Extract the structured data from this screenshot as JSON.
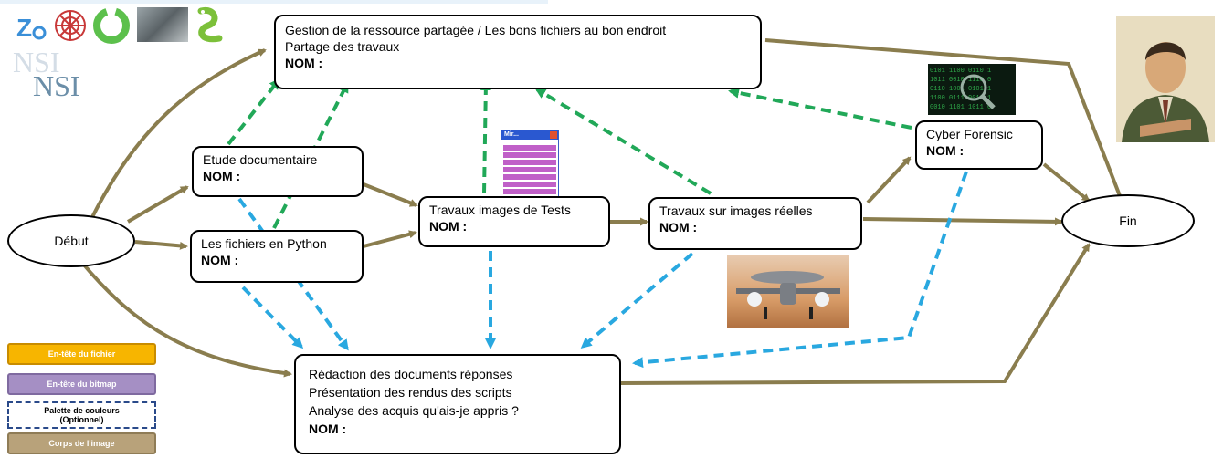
{
  "nodes": {
    "debut": "Début",
    "fin": "Fin",
    "gestion": {
      "line1": "Gestion de la ressource partagée / Les bons fichiers au bon endroit",
      "line2": "Partage des travaux",
      "nom": "NOM :"
    },
    "etude": {
      "line1": "Etude documentaire",
      "nom": "NOM :"
    },
    "python": {
      "line1": "Les fichiers en Python",
      "nom": "NOM :"
    },
    "tests": {
      "line1": "Travaux images de Tests",
      "nom": "NOM :"
    },
    "reelles": {
      "line1": "Travaux sur images réelles",
      "nom": "NOM :"
    },
    "cyber": {
      "line1": "Cyber Forensic",
      "nom": "NOM :"
    },
    "redaction": {
      "line1": "Rédaction des documents réponses",
      "line2": "Présentation des rendus des scripts",
      "line3": "Analyse des acquis qu'ais-je appris ?",
      "nom": "NOM :"
    }
  },
  "legend": [
    {
      "label": "En-tête du fichier",
      "color": "#f7b500"
    },
    {
      "label": "En-tête du bitmap",
      "color": "#a58fc4"
    },
    {
      "label": "Palette de couleurs (Optionnel)",
      "color": "#ffffff"
    },
    {
      "label": "Corps de l'image",
      "color": "#b8a27a"
    }
  ],
  "logo": {
    "nsi_top": "NSI",
    "nsi_bottom": "NSI"
  },
  "mini_window": {
    "title": "Mir..."
  },
  "colors": {
    "flow": "#8a7d4e",
    "green": "#21a858",
    "blue": "#29a8e0"
  },
  "icons": [
    "zeste-logo-icon",
    "spider-web-icon",
    "green-ring-icon",
    "photo-thumbnail-icon",
    "python-snake-icon"
  ]
}
